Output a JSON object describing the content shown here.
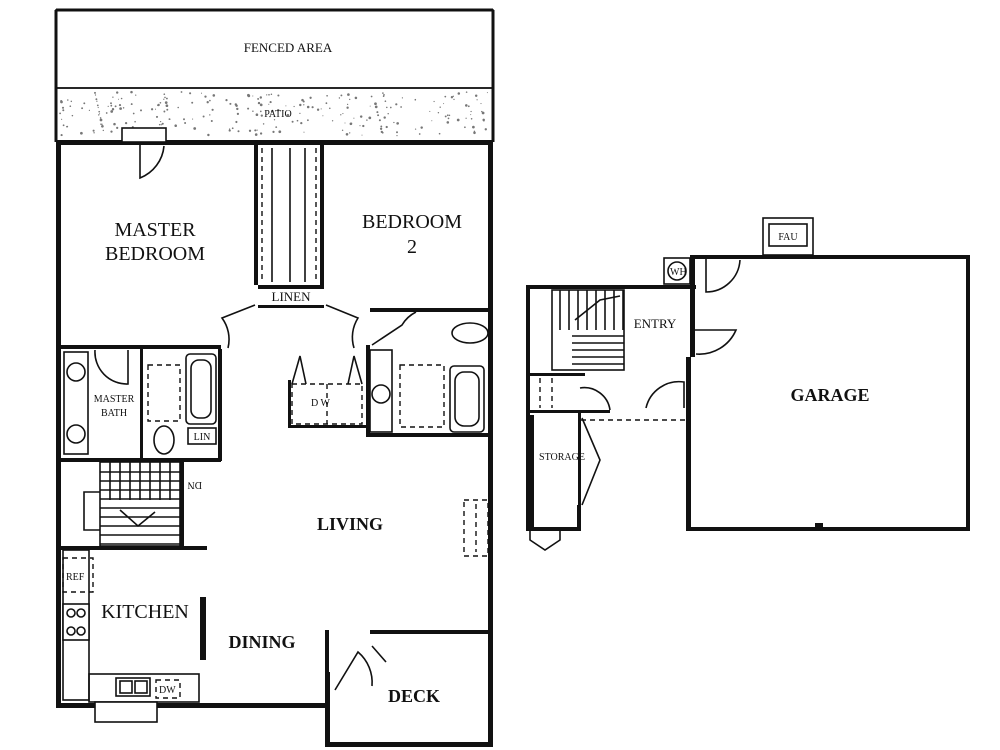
{
  "rooms": {
    "fenced_area": "FENCED AREA",
    "patio": "PATIO",
    "master_bedroom_line1": "MASTER",
    "master_bedroom_line2": "BEDROOM",
    "bedroom2_line1": "BEDROOM",
    "bedroom2_line2": "2",
    "linen": "LINEN",
    "master_bath_line1": "MASTER",
    "master_bath_line2": "BATH",
    "lin": "LIN",
    "living": "LIVING",
    "kitchen": "KITCHEN",
    "dining": "DINING",
    "deck": "DECK",
    "entry": "ENTRY",
    "garage": "GARAGE",
    "storage": "STORAGE",
    "fau": "FAU"
  },
  "fixtures": {
    "refrigerator": "REF",
    "dishwasher": "DW",
    "washer_dryer": "D  W",
    "stairs_dn": "DN",
    "wh": "WH"
  },
  "colors": {
    "ink": "#111111",
    "paper": "#ffffff"
  }
}
